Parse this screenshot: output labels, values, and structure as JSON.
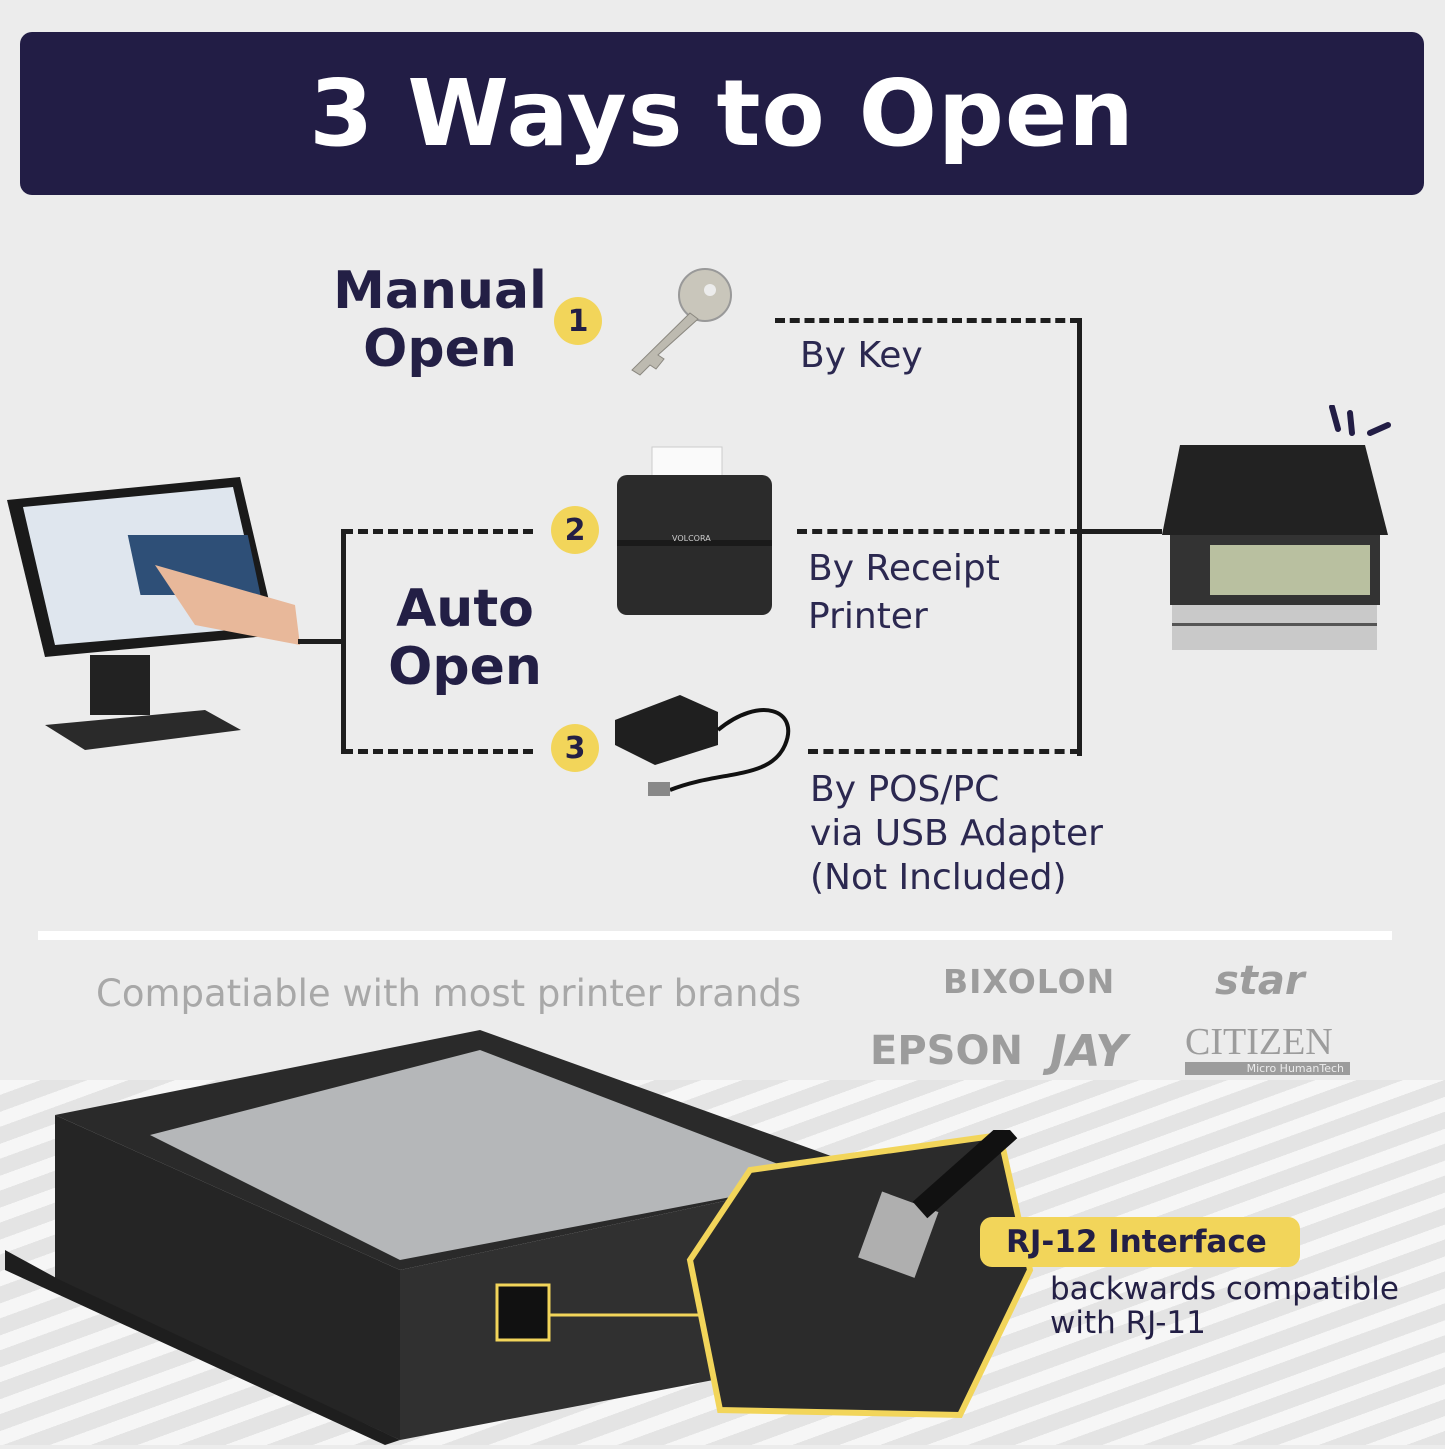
{
  "title": "3 Ways to Open",
  "manual": {
    "heading_1": "Manual",
    "heading_2": "Open",
    "step": "1",
    "label": "By Key"
  },
  "auto": {
    "heading_1": "Auto",
    "heading_2": "Open",
    "printer": {
      "step": "2",
      "label_1": "By Receipt",
      "label_2": "Printer",
      "brand": "VOLCORA"
    },
    "usb": {
      "step": "3",
      "label_1": "By POS/PC",
      "label_2": "via USB Adapter",
      "label_3": "(Not Included)"
    }
  },
  "compat": {
    "text": "Compatiable with most printer brands",
    "brands": [
      "BIXOLON",
      "star",
      "EPSON",
      "JAY",
      "CITIZEN"
    ],
    "citizen_sub": "Micro HumanTech"
  },
  "interface": {
    "title": "RJ-12 Interface",
    "desc_1": "backwards compatible",
    "desc_2": "with RJ-11"
  },
  "colors": {
    "navy": "#221d45",
    "yellow": "#f2d55a",
    "background": "#ececec"
  }
}
